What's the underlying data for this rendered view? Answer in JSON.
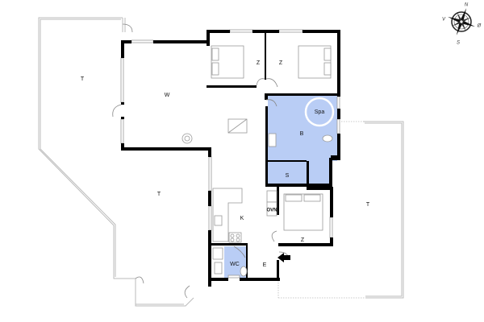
{
  "floorplan": {
    "colors": {
      "wall": "#000000",
      "wet_room": "#b9cdf5",
      "terrace_outline": "#bbbbbb",
      "furniture": "#999999",
      "background": "#ffffff"
    },
    "compass": {
      "north": "N",
      "south": "S",
      "east": "Ø",
      "west": "V"
    },
    "rooms": {
      "terrace_nw": "T",
      "living": "W",
      "bedroom_1": "Z",
      "bedroom_2": "Z",
      "spa": "Spa",
      "bathroom": "B",
      "sauna": "S",
      "terrace_sw": "T",
      "kitchen": "K",
      "oven": "OVN",
      "bedroom_3": "Z",
      "toilet": "WC",
      "entrance": "E",
      "terrace_east": "T"
    }
  }
}
